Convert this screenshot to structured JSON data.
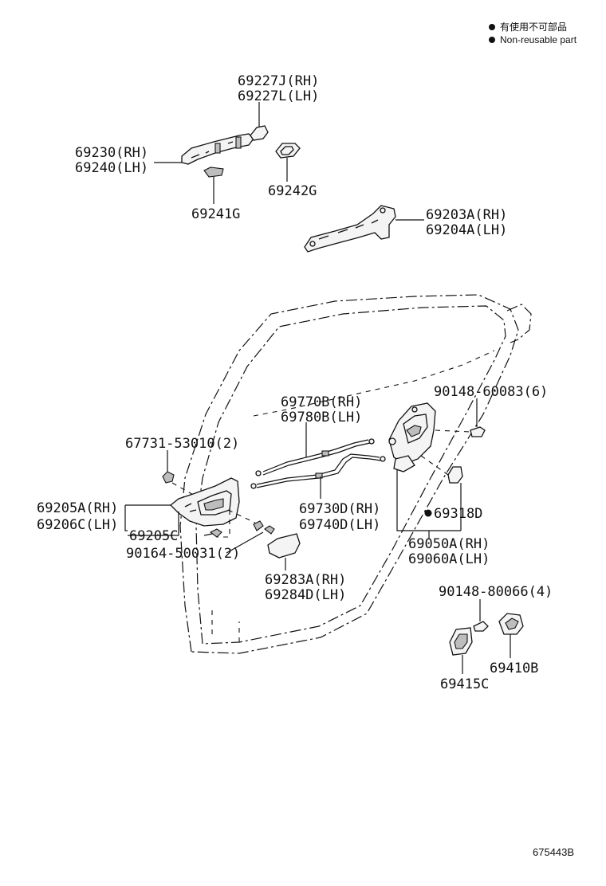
{
  "legend": {
    "line1": "有使用不可部品",
    "line2": "Non-reusable part"
  },
  "labels": {
    "p69227": [
      "69227J(RH)",
      "69227L(LH)"
    ],
    "p69230": [
      "69230(RH)",
      "69240(LH)"
    ],
    "p69242": [
      "69242G"
    ],
    "p69241": [
      "69241G"
    ],
    "p69203": [
      "69203A(RH)",
      "69204A(LH)"
    ],
    "p90148_60083": [
      "90148-60083(6)"
    ],
    "p69770": [
      "69770B(RH)",
      "69780B(LH)"
    ],
    "p67731": [
      "67731-53010(2)"
    ],
    "p69205A": [
      "69205A(RH)",
      "69206C(LH)"
    ],
    "p69205C": [
      "69205C"
    ],
    "p90164": [
      "90164-50031(2)"
    ],
    "p69730": [
      "69730D(RH)",
      "69740D(LH)"
    ],
    "p69318": [
      "69318D"
    ],
    "p69050": [
      "69050A(RH)",
      "69060A(LH)"
    ],
    "p69283": [
      "69283A(RH)",
      "69284D(LH)"
    ],
    "p90148_80066": [
      "90148-80066(4)"
    ],
    "p69410": [
      "69410B"
    ],
    "p69415": [
      "69415C"
    ]
  },
  "non_reusable_marker": "●",
  "diagram_code": "675443B"
}
